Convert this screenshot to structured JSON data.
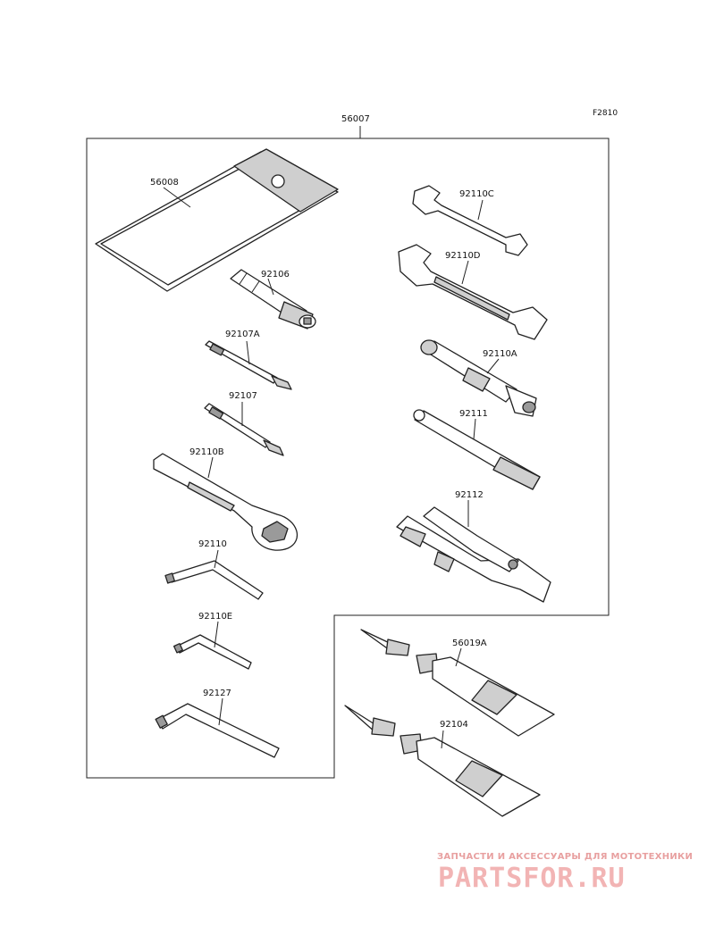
{
  "figure_code": "F2810",
  "parts": {
    "kit": "56007",
    "pouch": "56008",
    "socket": "92106",
    "driver_bit_a": "92107A",
    "driver_bit": "92107",
    "ring_wrench": "92110B",
    "hex_key": "92110",
    "hex_key_small": "92110E",
    "hex_key_large": "92127",
    "open_wrench_small": "92110C",
    "open_wrench_large": "92110D",
    "plug_wrench": "92110A",
    "handle_bar": "92111",
    "pliers": "92112",
    "grease_tube": "56019A",
    "sealant_tube": "92104"
  },
  "watermark": {
    "tagline": "ЗАПЧАСТИ И АКСЕССУАРЫ ДЛЯ МОТОТЕХНИКИ",
    "brand": "PARTSFOR.RU"
  }
}
